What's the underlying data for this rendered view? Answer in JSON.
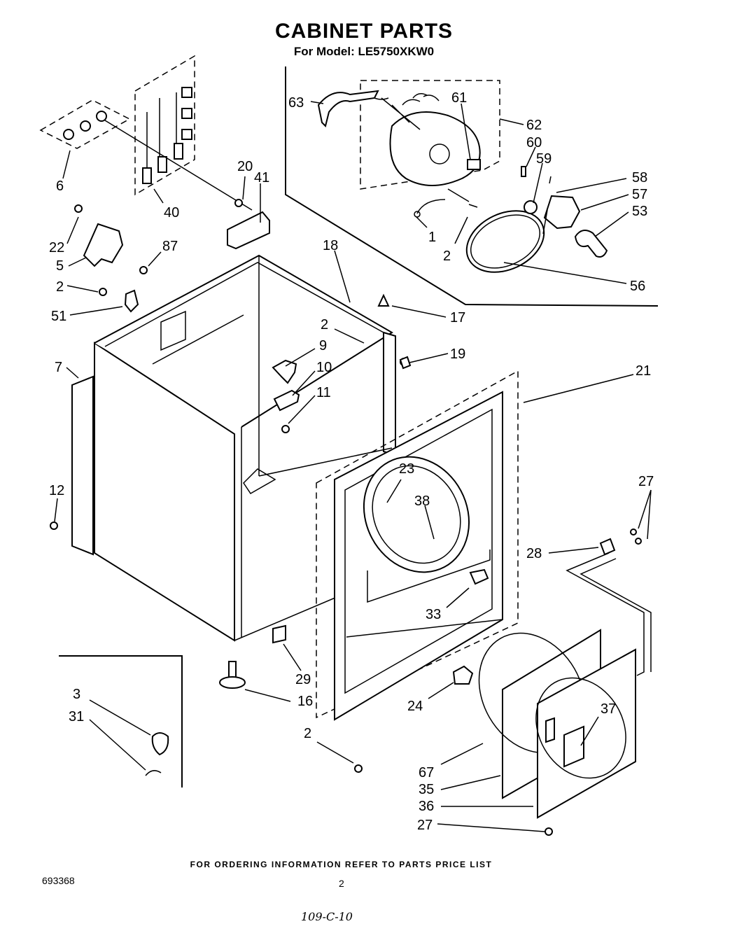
{
  "title": "CABINET PARTS",
  "subtitle": "For Model: LE5750XKW0",
  "footer_note": "FOR ORDERING INFORMATION REFER TO PARTS PRICE LIST",
  "doc_number": "693368",
  "page_number": "2",
  "handwritten_code": "109-C-10",
  "callouts": {
    "c63": "63",
    "c61": "61",
    "c62": "62",
    "c60": "60",
    "c59": "59",
    "c58": "58",
    "c57": "57",
    "c53": "53",
    "c1": "1",
    "c2a": "2",
    "c56": "56",
    "c6": "6",
    "c40": "40",
    "c20": "20",
    "c41": "41",
    "c22": "22",
    "c5": "5",
    "c87": "87",
    "c18": "18",
    "c2b": "2",
    "c51": "51",
    "c17": "17",
    "c2c": "2",
    "c9": "9",
    "c10": "10",
    "c11": "11",
    "c19": "19",
    "c7": "7",
    "c21": "21",
    "c23": "23",
    "c38": "38",
    "c27a": "27",
    "c12": "12",
    "c28": "28",
    "c33": "33",
    "c29": "29",
    "c16": "16",
    "c3": "3",
    "c31": "31",
    "c2d": "2",
    "c24": "24",
    "c37": "37",
    "c67": "67",
    "c35": "35",
    "c36": "36",
    "c27b": "27"
  }
}
